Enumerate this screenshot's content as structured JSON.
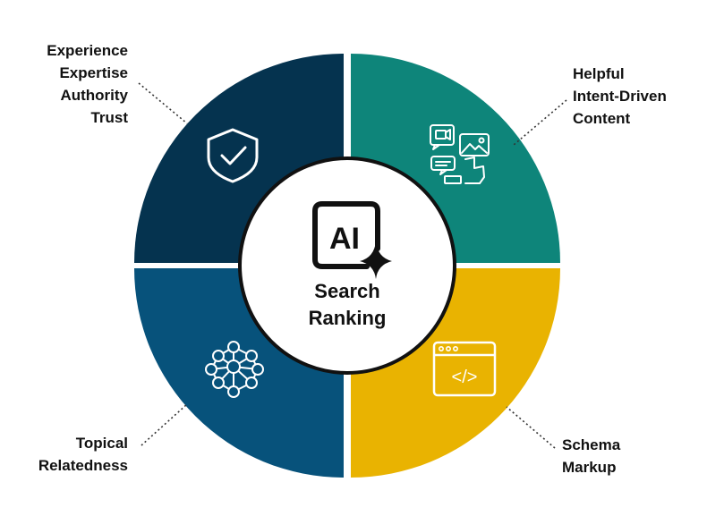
{
  "center": {
    "badge_text": "AI",
    "title_lines": [
      "Search",
      "Ranking"
    ]
  },
  "segments": [
    {
      "id": "eeat",
      "color": "#05334f",
      "icon": "shield-check-icon",
      "label_lines": [
        "Experience",
        "Expertise",
        "Authority",
        "Trust"
      ]
    },
    {
      "id": "helpful",
      "color": "#0e857a",
      "icon": "content-media-icon",
      "label_lines": [
        "Helpful",
        "Intent-Driven",
        "Content"
      ]
    },
    {
      "id": "topical",
      "color": "#07527b",
      "icon": "network-nodes-icon",
      "label_lines": [
        "Topical",
        "Relatedness"
      ]
    },
    {
      "id": "schema",
      "color": "#e9b301",
      "icon": "code-window-icon",
      "label_lines": [
        "Schema",
        "Markup"
      ]
    }
  ],
  "schema_icon_text": "</>"
}
